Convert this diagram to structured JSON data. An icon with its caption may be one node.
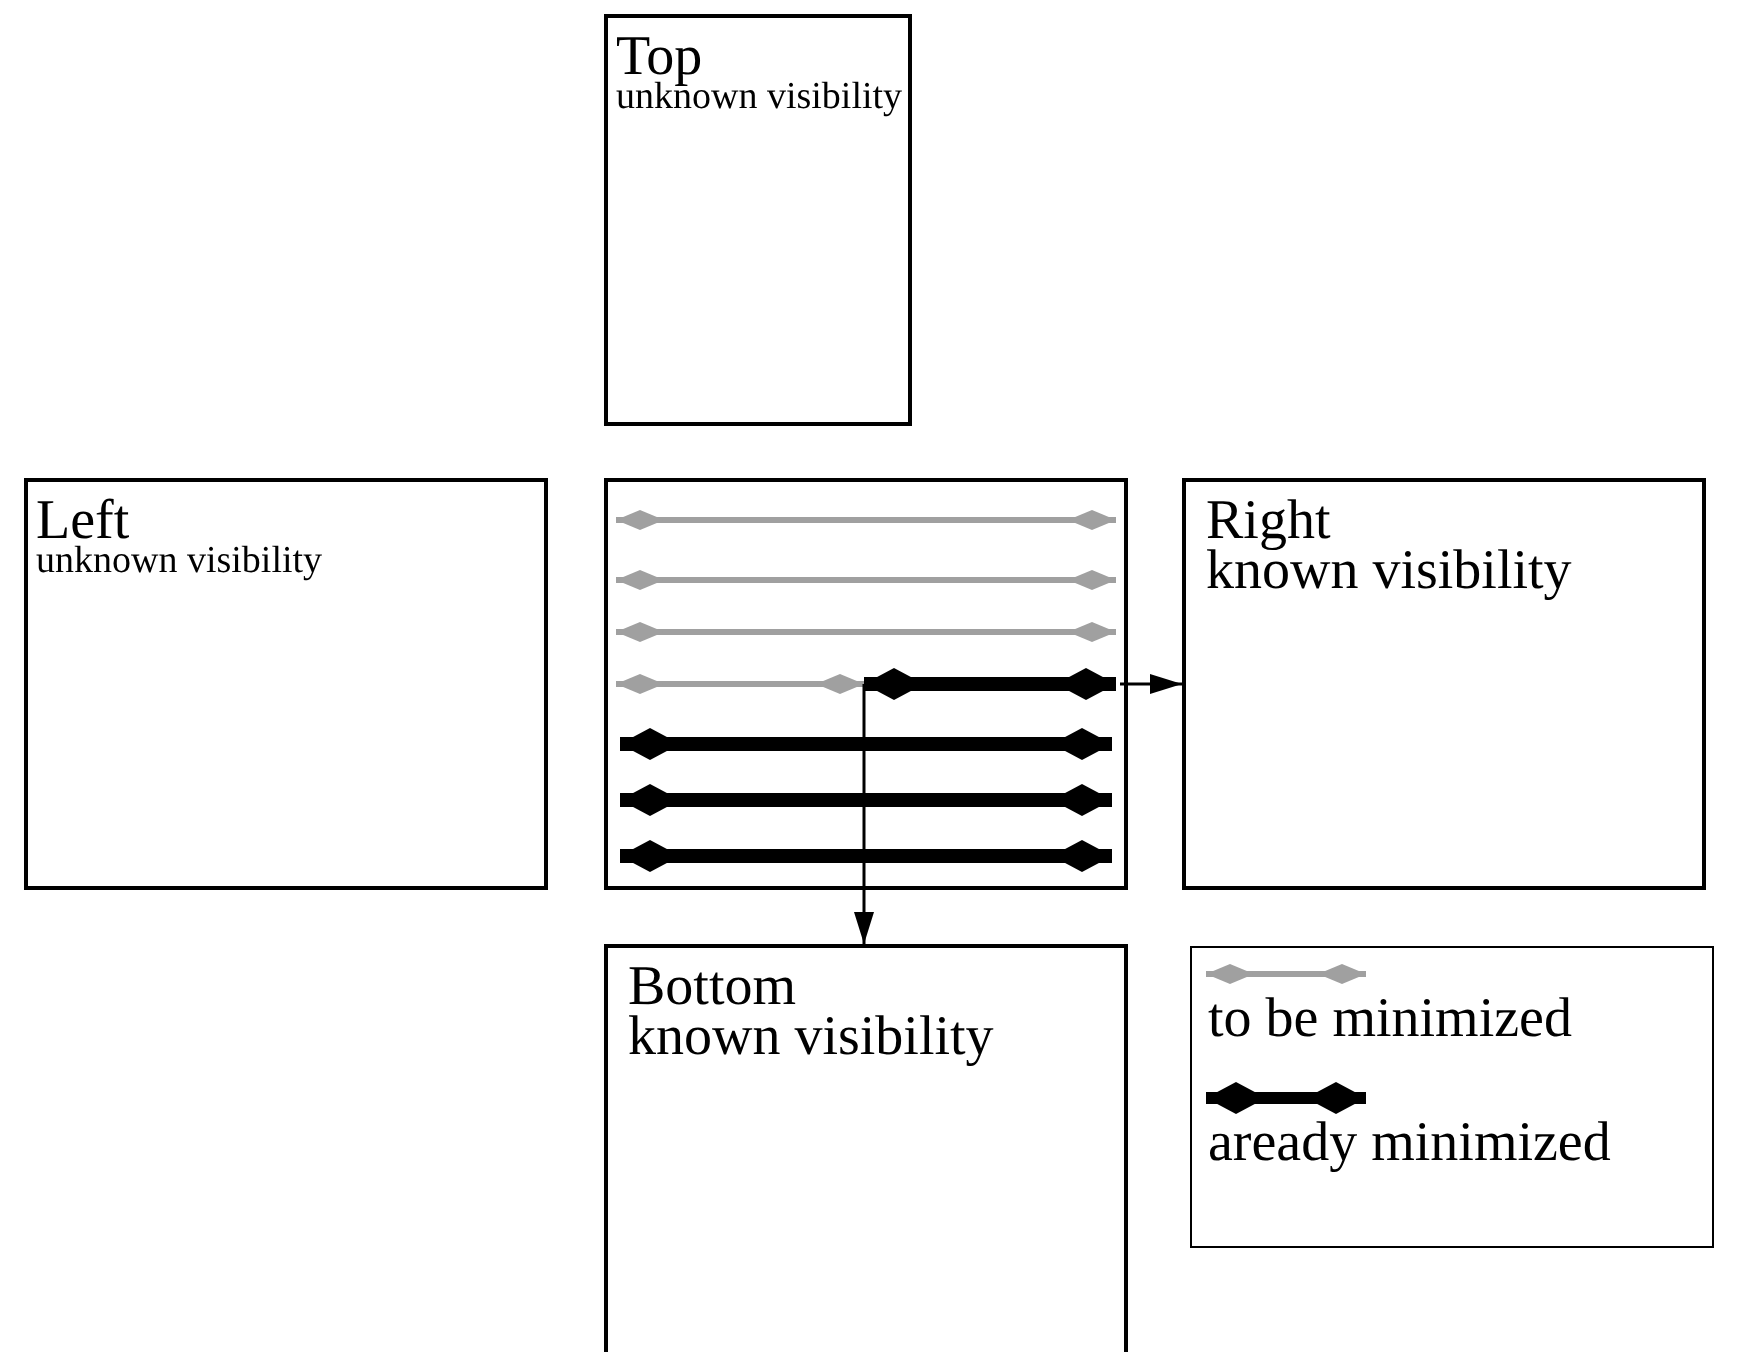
{
  "diagram": {
    "nodes": [
      {
        "text": [
          "Top",
          "unknown visibility"
        ]
      },
      {
        "text": [
          "Left",
          "unknown visibility"
        ]
      },
      {
        "text": [],
        "shape": "box"
      },
      {
        "text": [
          "Right",
          "known visibility"
        ]
      },
      {
        "text": [
          "Bottom",
          "known visibility"
        ]
      }
    ],
    "edges": [
      {
        "from": 2,
        "to": 3,
        "arrow": "to"
      },
      {
        "from": 2,
        "to": 4,
        "arrow": "to"
      }
    ],
    "legend": [
      {
        "text": "to be minimized"
      },
      {
        "text": "aready minimized"
      }
    ]
  }
}
